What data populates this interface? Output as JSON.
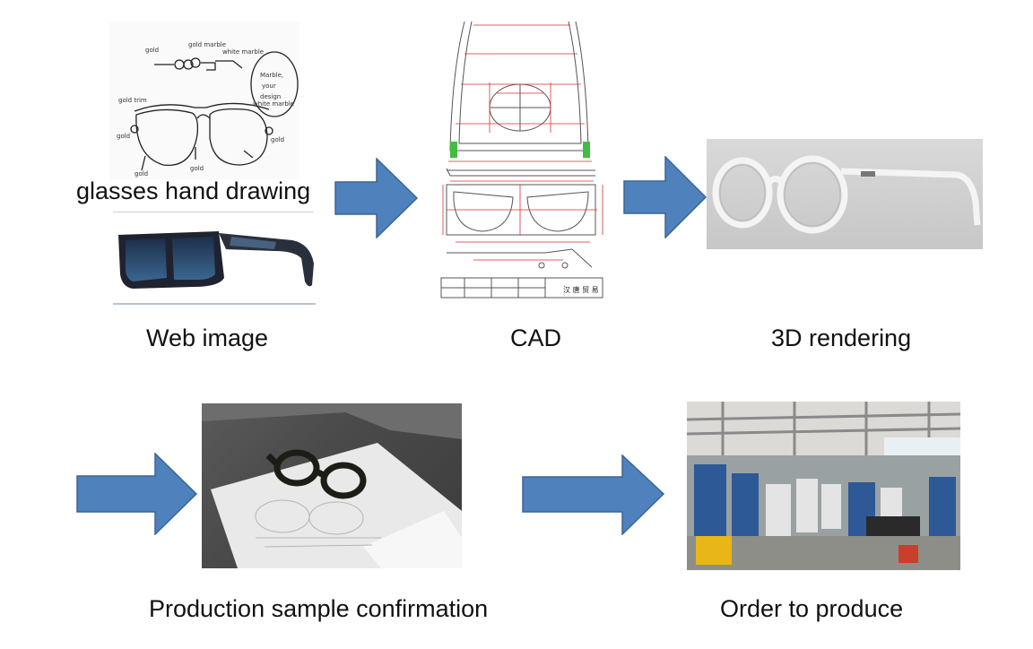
{
  "steps": {
    "hand_drawing": {
      "label": "glasses hand drawing"
    },
    "web_image": {
      "label": "Web image"
    },
    "cad": {
      "label": "CAD"
    },
    "rendering_3d": {
      "label": "3D rendering"
    },
    "production_sample": {
      "label": "Production sample confirmation"
    },
    "order": {
      "label": "Order to produce"
    }
  },
  "colors": {
    "arrow": "#4f81bd",
    "arrow_border": "#3a6595"
  }
}
